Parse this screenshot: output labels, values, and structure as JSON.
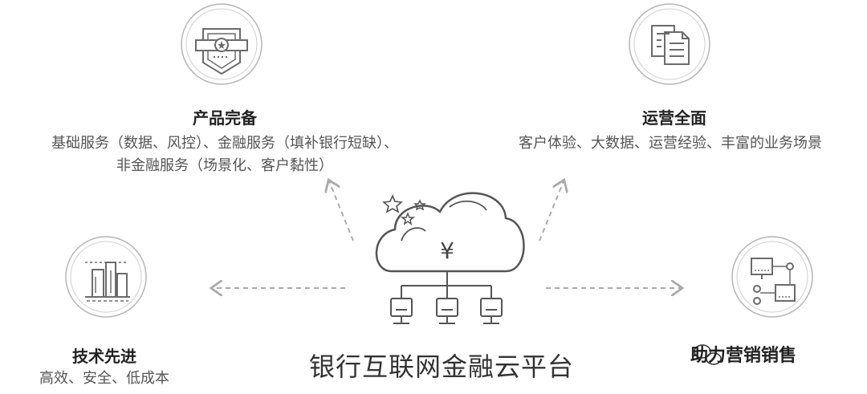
{
  "center": {
    "title": "银行互联网金融云平台",
    "currency_symbol": "¥"
  },
  "features": {
    "product": {
      "icon": "badge-icon",
      "title": "产品完备",
      "desc_line1": "基础服务（数据、风控）、金融服务（填补银行短缺）、",
      "desc_line2": "非金融服务（场景化、客户黏性）"
    },
    "operations": {
      "icon": "documents-icon",
      "title": "运营全面",
      "desc": "客户体验、大数据、运营经验、丰富的业务场景"
    },
    "technology": {
      "icon": "buildings-icon",
      "title": "技术先进",
      "desc": "高效、安全、低成本"
    },
    "fourth": {
      "icon": "network-icon"
    }
  },
  "watermark": "助力营销销售",
  "colors": {
    "icon_stroke": "#6b6b6b",
    "circle_stroke": "#b5b5b5",
    "arrow": "#aaaaaa",
    "title": "#222222",
    "text": "#555555"
  }
}
